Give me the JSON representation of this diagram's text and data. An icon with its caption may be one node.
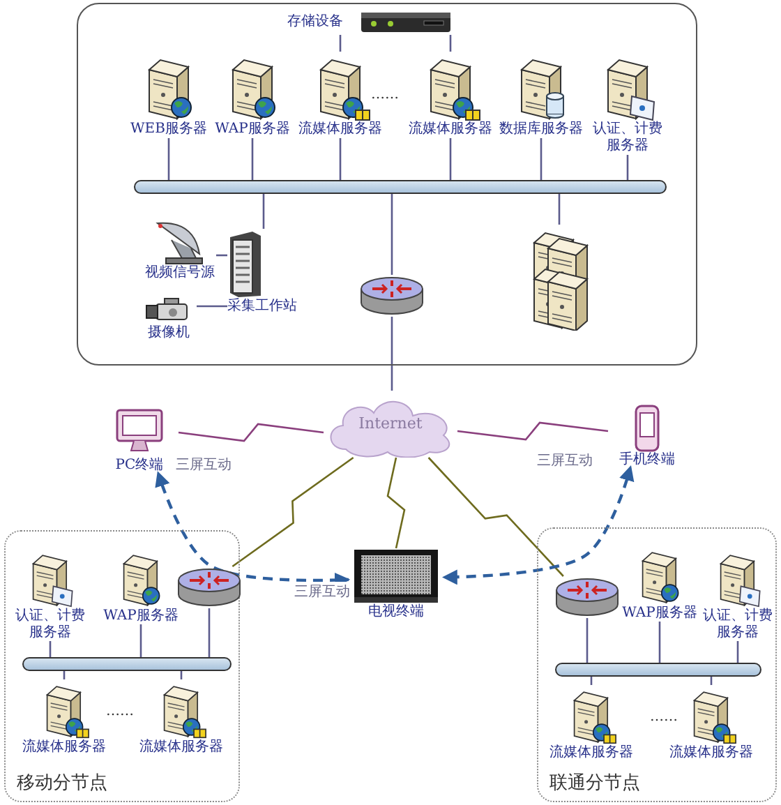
{
  "diagram": {
    "nodes": [
      {
        "text": [],
        "shape": "box"
      },
      {
        "text": [
          "存储设备"
        ],
        "in": 0
      },
      {
        "text": [
          "WEB服务器"
        ],
        "in": 0
      },
      {
        "text": [
          "WAP服务器"
        ],
        "in": 0
      },
      {
        "text": [
          "流媒体服务器"
        ],
        "in": 0
      },
      {
        "text": [
          "流媒体服务器"
        ],
        "in": 0
      },
      {
        "text": [
          "数据库服务器"
        ],
        "in": 0
      },
      {
        "text": [
          "认证、计费服务器"
        ],
        "in": 0
      },
      {
        "text": [],
        "shape": "bar",
        "in": 0
      },
      {
        "text": [
          "视频信号源"
        ],
        "in": 0
      },
      {
        "text": [
          "摄像机"
        ],
        "in": 0
      },
      {
        "text": [
          "采集工作站"
        ],
        "in": 0
      },
      {
        "text": [],
        "shape": "cylinder",
        "in": 0
      },
      {
        "text": [],
        "shape": "picture",
        "in": 0
      },
      {
        "text": [
          "Internet"
        ]
      },
      {
        "text": [
          "PC终端"
        ]
      },
      {
        "text": [
          "手机终端"
        ]
      },
      {
        "text": [
          "电视终端"
        ]
      },
      {
        "text": [
          "移动分节点"
        ]
      },
      {
        "text": [
          "认证、计费服务器"
        ],
        "in": 18
      },
      {
        "text": [
          "WAP服务器"
        ],
        "in": 18
      },
      {
        "text": [],
        "shape": "cylinder",
        "in": 18
      },
      {
        "text": [],
        "shape": "bar",
        "in": 18
      },
      {
        "text": [
          "流媒体服务器"
        ],
        "in": 18
      },
      {
        "text": [
          "流媒体服务器"
        ],
        "in": 18
      },
      {
        "text": [
          "联通分节点"
        ]
      },
      {
        "text": [],
        "shape": "cylinder",
        "in": 25
      },
      {
        "text": [
          "WAP服务器"
        ],
        "in": 25
      },
      {
        "text": [
          "认证、计费服务器"
        ],
        "in": 25
      },
      {
        "text": [],
        "shape": "bar",
        "in": 25
      },
      {
        "text": [
          "流媒体服务器"
        ],
        "in": 25
      },
      {
        "text": [
          "流媒体服务器"
        ],
        "in": 25
      }
    ],
    "edges": [
      {
        "from": 1,
        "to": 4,
        "arrow": "none"
      },
      {
        "from": 1,
        "to": 5,
        "arrow": "none"
      },
      {
        "from": 2,
        "to": 8,
        "arrow": "none"
      },
      {
        "from": 3,
        "to": 8,
        "arrow": "none"
      },
      {
        "from": 4,
        "to": 8,
        "arrow": "none"
      },
      {
        "from": 5,
        "to": 8,
        "arrow": "none"
      },
      {
        "from": 6,
        "to": 8,
        "arrow": "none"
      },
      {
        "from": 7,
        "to": 8,
        "arrow": "none"
      },
      {
        "from": 8,
        "to": 11,
        "arrow": "none"
      },
      {
        "from": 8,
        "to": 12,
        "arrow": "none"
      },
      {
        "from": 8,
        "to": 13,
        "arrow": "none"
      },
      {
        "from": 9,
        "to": 11,
        "arrow": "none"
      },
      {
        "from": 10,
        "to": 11,
        "arrow": "none"
      },
      {
        "from": 12,
        "to": 14,
        "arrow": "none"
      },
      {
        "from": 14,
        "to": 15,
        "arrow": "none",
        "color": "#8a3f7d"
      },
      {
        "from": 14,
        "to": 16,
        "arrow": "none",
        "color": "#8a3f7d"
      },
      {
        "from": 14,
        "to": 17,
        "arrow": "none",
        "color": "#6e6b1e"
      },
      {
        "from": 14,
        "to": 21,
        "arrow": "none",
        "color": "#6e6b1e"
      },
      {
        "from": 14,
        "to": 26,
        "arrow": "none",
        "color": "#6e6b1e"
      },
      {
        "from": 15,
        "to": 17,
        "arrow": "both",
        "label": "三屏互动",
        "style": "dashed",
        "color": "#2e5f9e"
      },
      {
        "from": 16,
        "to": 17,
        "arrow": "both",
        "label": "三屏互动",
        "style": "dashed",
        "color": "#2e5f9e"
      },
      {
        "from": 19,
        "to": 22,
        "arrow": "none"
      },
      {
        "from": 20,
        "to": 22,
        "arrow": "none"
      },
      {
        "from": 21,
        "to": 22,
        "arrow": "none"
      },
      {
        "from": 22,
        "to": 23,
        "arrow": "none"
      },
      {
        "from": 22,
        "to": 24,
        "arrow": "none"
      },
      {
        "from": 26,
        "to": 29,
        "arrow": "none"
      },
      {
        "from": 27,
        "to": 29,
        "arrow": "none"
      },
      {
        "from": 28,
        "to": 29,
        "arrow": "none"
      },
      {
        "from": 29,
        "to": 30,
        "arrow": "none"
      },
      {
        "from": 29,
        "to": 31,
        "arrow": "none"
      }
    ],
    "labels": [
      "……",
      "三屏互动",
      "……",
      "……"
    ]
  }
}
